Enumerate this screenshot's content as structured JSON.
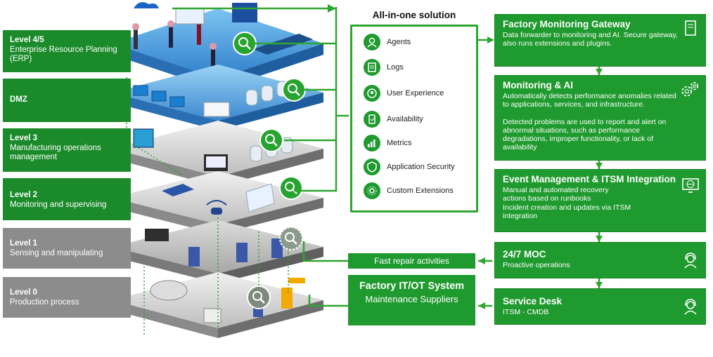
{
  "levels": [
    {
      "title": "Level 4/5",
      "desc": "Enterprise Resource Planning (ERP)"
    },
    {
      "title": "DMZ",
      "desc": ""
    },
    {
      "title": "Level 3",
      "desc": "Manufacturing operations management"
    },
    {
      "title": "Level 2",
      "desc": "Monitoring and supervising"
    },
    {
      "title": "Level 1",
      "desc": "Sensing and manipulating"
    },
    {
      "title": "Level 0",
      "desc": "Production process"
    }
  ],
  "all_in_one": {
    "title": "All-in-one solution",
    "items": [
      "Agents",
      "Logs",
      "User Experience",
      "Availability",
      "Metrics",
      "Application Security",
      "Custom Extensions"
    ]
  },
  "right_boxes": [
    {
      "title": "Factory Monitoring Gateway",
      "desc": "Data forwarder to monitoring and AI. Secure gateway, also runs extensions and plugins.",
      "icon": "document-icon"
    },
    {
      "title": "Monitoring & AI",
      "desc": "Automatically detects performance anomalies related to applications, services, and infrastructure.",
      "desc2": "Detected problems are used to report and alert on abnormal situations, such as performance degradations, improper functionality, or lack of availability",
      "icon": "gears-icon"
    },
    {
      "title": "Event Management & ITSM Integration",
      "desc": "Manual and automated recovery actions based on runbooks",
      "desc2": "Incident creation and updates via ITSM integration",
      "icon": "monitor-globe-icon"
    },
    {
      "title": "24/7 MOC",
      "desc": "Proactive operations",
      "icon": "headset-icon"
    },
    {
      "title": "Service Desk",
      "desc": "ITSM - CMDB",
      "icon": "headset-icon"
    }
  ],
  "fast_repair": "Fast repair activities",
  "factory_system": {
    "line1": "Factory IT/OT System",
    "line2": "Maintenance Suppliers"
  },
  "colors": {
    "brand_green": "#1f9a2e",
    "dark_green": "#1b8a2a",
    "grey": "#8c8c8c",
    "platform_blue": "#3a8fd6"
  }
}
